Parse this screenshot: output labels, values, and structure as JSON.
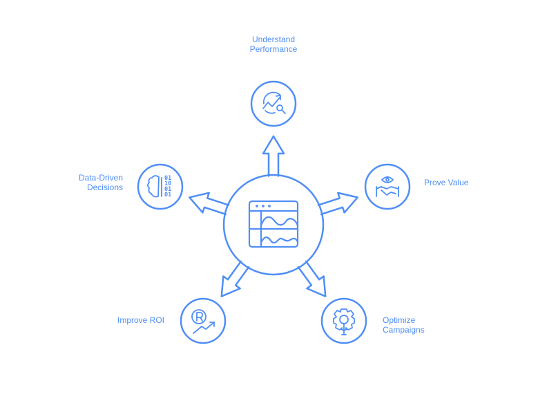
{
  "accent_color": "#4f8ef7",
  "center": {
    "icon": "dashboard-window-icon"
  },
  "nodes": [
    {
      "id": "understand",
      "label_lines": [
        "Understand",
        "Performance"
      ],
      "icon": "chart-magnifier-icon"
    },
    {
      "id": "prove",
      "label_lines": [
        "Prove Value"
      ],
      "icon": "eye-handshake-icon"
    },
    {
      "id": "optimize",
      "label_lines": [
        "Optimize",
        "Campaigns"
      ],
      "icon": "gear-bulb-icon"
    },
    {
      "id": "roi",
      "label_lines": [
        "Improve ROI"
      ],
      "icon": "coin-trend-icon"
    },
    {
      "id": "data",
      "label_lines": [
        "Data-Driven",
        "Decisions"
      ],
      "icon": "brain-binary-icon"
    }
  ],
  "binary_digits": [
    "01",
    "10",
    "01",
    "01"
  ]
}
